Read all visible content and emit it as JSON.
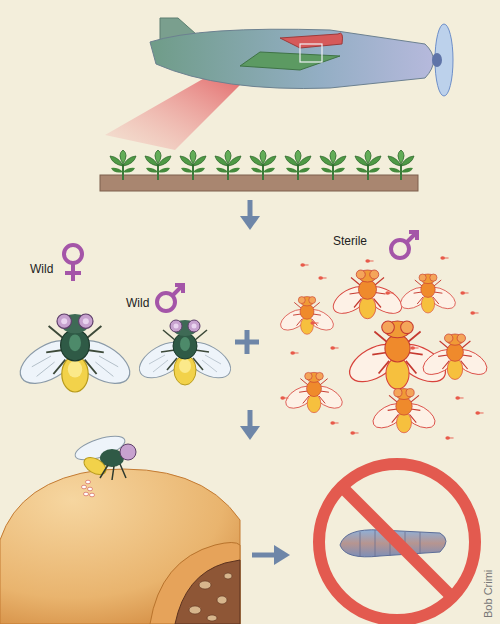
{
  "diagram": {
    "labels": [
      "Wild",
      "Wild",
      "Sterile",
      "Bob Crimi"
    ]
  }
}
